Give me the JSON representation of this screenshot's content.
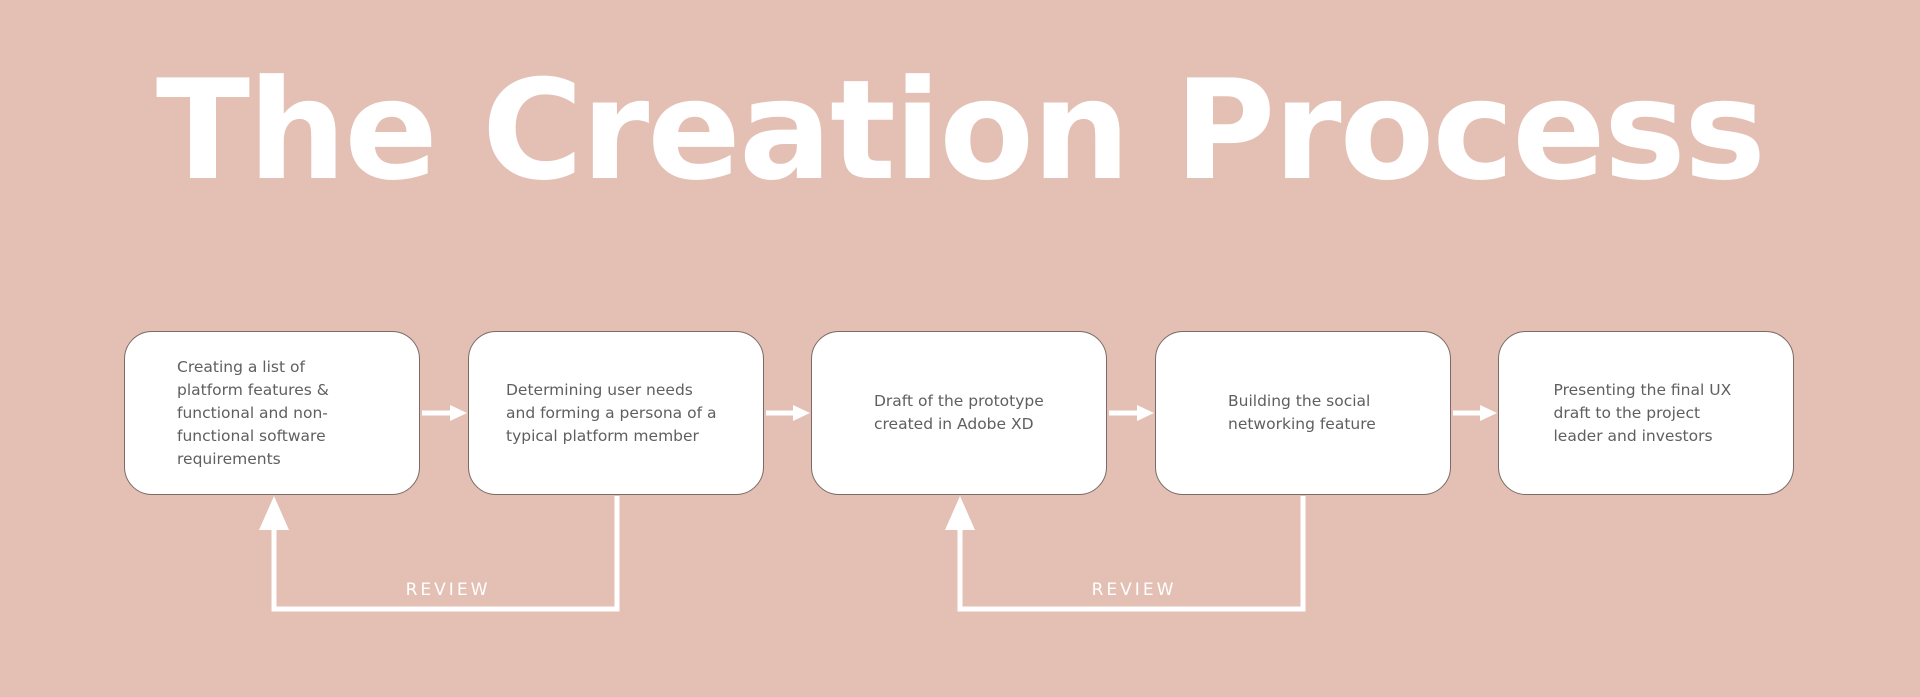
{
  "title": "The Creation Process",
  "steps": [
    {
      "text": "Creating a list of platform features & functional and non-functional software requirements"
    },
    {
      "text": "Determining user needs and forming a persona of a typical platform member"
    },
    {
      "text": "Draft of the prototype created in Adobe XD"
    },
    {
      "text": "Building the social networking feature"
    },
    {
      "text": "Presenting the final UX draft to the project leader and investors"
    }
  ],
  "review_loops": [
    {
      "label": "REVIEW",
      "from_step": 2,
      "to_step": 1
    },
    {
      "label": "REVIEW",
      "from_step": 4,
      "to_step": 3
    }
  ],
  "colors": {
    "background": "#e3bfb4",
    "box": "#ffffff",
    "box_border": "#7a6b66",
    "text": "#5f5f5f",
    "arrow": "#ffffff"
  }
}
